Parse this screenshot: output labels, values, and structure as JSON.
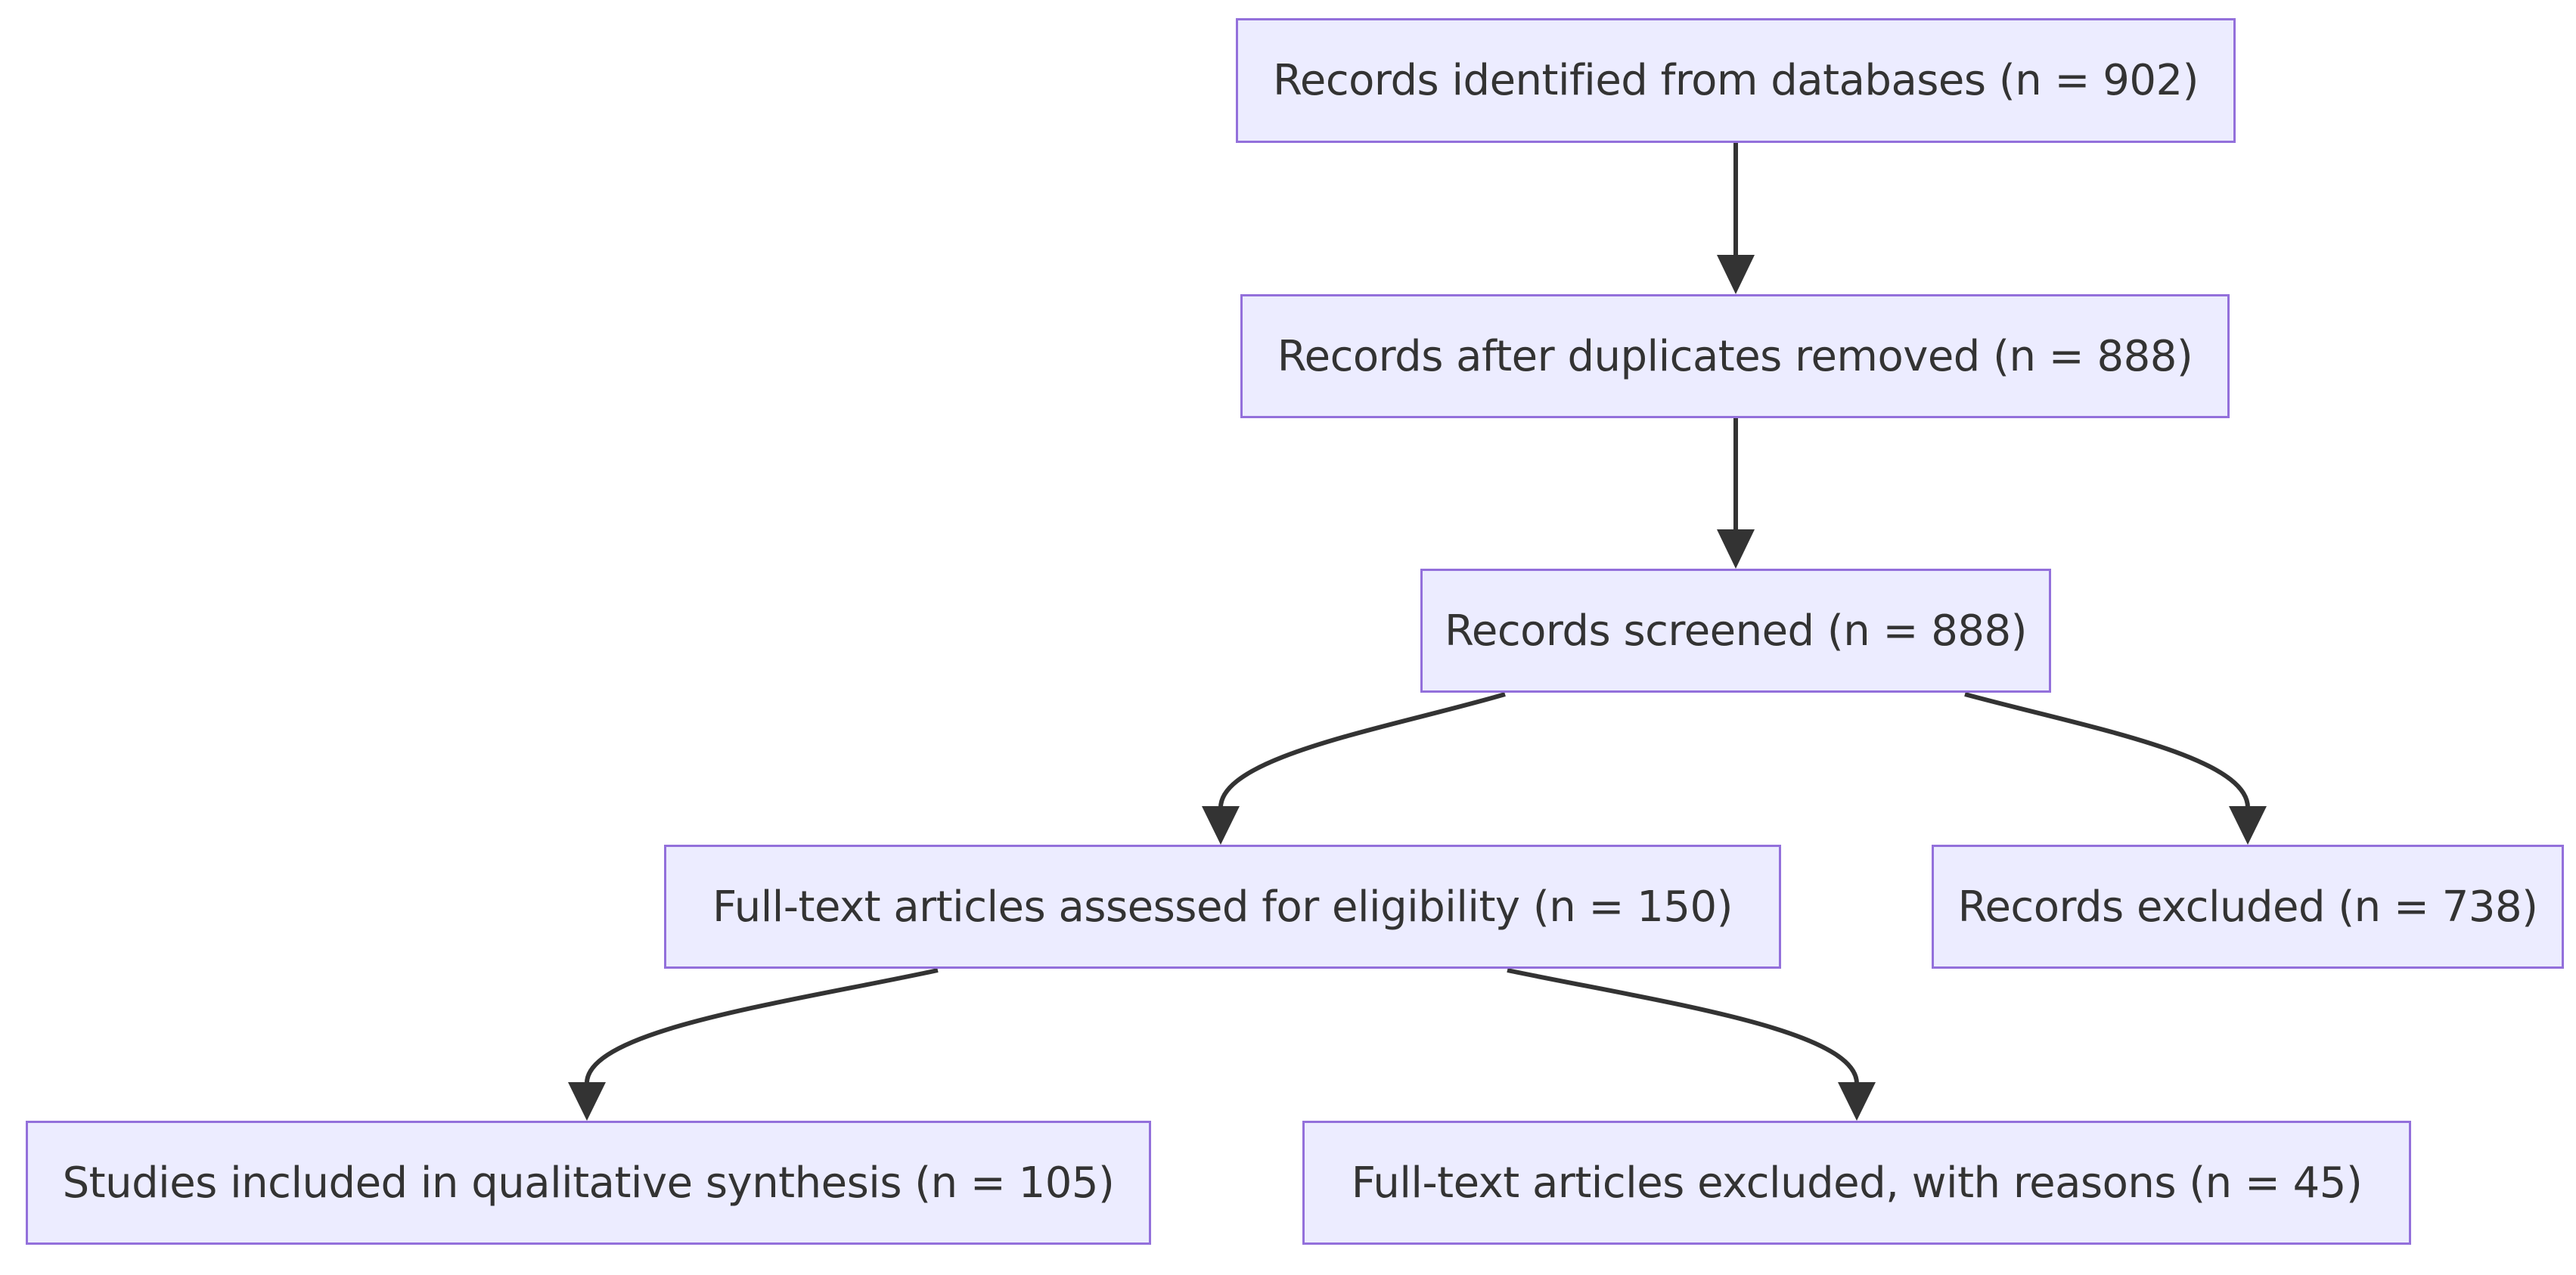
{
  "diagram": {
    "type": "flowchart",
    "style": {
      "node_fill": "#ececff",
      "node_border": "#9370db",
      "edge_color": "#333333",
      "text_color": "#333333"
    },
    "nodes": {
      "records_identified": "Records identified from databases (n = 902)",
      "duplicates_removed": "Records after duplicates removed (n = 888)",
      "records_screened": "Records screened (n = 888)",
      "fulltext_assessed": "Full-text articles assessed for eligibility (n = 150)",
      "records_excluded": "Records excluded (n = 738)",
      "studies_included": "Studies included in qualitative synthesis (n = 105)",
      "fulltext_excluded": "Full-text articles excluded, with reasons (n = 45)"
    },
    "edges": [
      [
        "records_identified",
        "duplicates_removed"
      ],
      [
        "duplicates_removed",
        "records_screened"
      ],
      [
        "records_screened",
        "fulltext_assessed"
      ],
      [
        "records_screened",
        "records_excluded"
      ],
      [
        "fulltext_assessed",
        "studies_included"
      ],
      [
        "fulltext_assessed",
        "fulltext_excluded"
      ]
    ]
  }
}
